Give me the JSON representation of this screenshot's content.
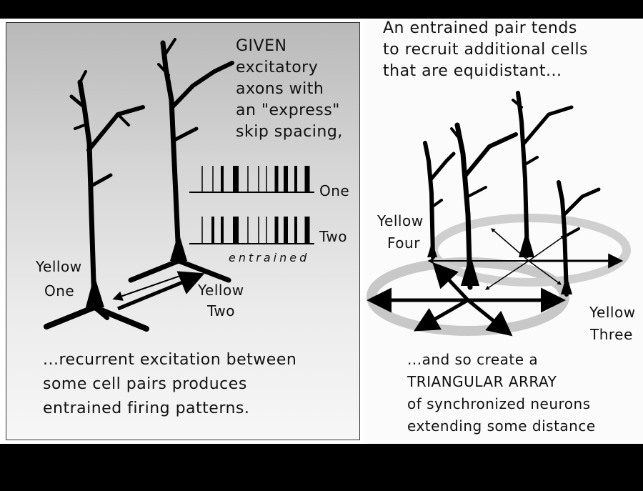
{
  "left": {
    "given_lines": [
      "GIVEN",
      "excitatory",
      "axons with",
      "an \"express\"",
      "skip spacing,"
    ],
    "train_one_label": "One",
    "train_two_label": "Two",
    "entrained_label": "entrained",
    "cell_one_label": [
      "Yellow",
      "One"
    ],
    "cell_two_label": [
      "Yellow",
      "Two"
    ],
    "caption_lines": [
      "...recurrent excitation between",
      "some cell pairs produces",
      "entrained firing patterns."
    ]
  },
  "right": {
    "header_lines": [
      "An entrained pair tends",
      "to recruit additional cells",
      "that are equidistant..."
    ],
    "cell_four_label": [
      "Yellow",
      "Four"
    ],
    "cell_three_label": [
      "Yellow",
      "Three"
    ],
    "caption_lines": [
      "...and so create a",
      "TRIANGULAR ARRAY",
      "of synchronized neurons",
      "extending some distance"
    ]
  },
  "colors": {
    "bars": "#000000",
    "panel_gradient_top": "#b9b9b9",
    "ellipse": "#c8c8c8"
  }
}
